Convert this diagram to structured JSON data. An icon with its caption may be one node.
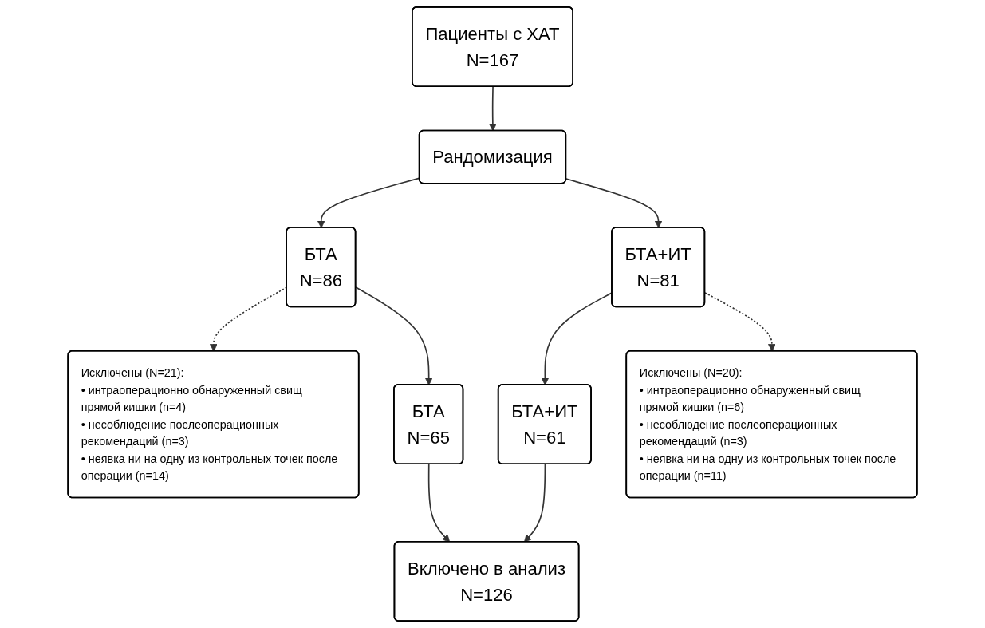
{
  "diagram": {
    "nodes": [
      {
        "text": [
          "Пациенты с ХАТ",
          "N=167"
        ]
      },
      {
        "text": [
          "Рандомизация"
        ]
      },
      {
        "text": [
          "БТА",
          "N=86"
        ]
      },
      {
        "text": [
          "БТА+ИТ",
          "N=81"
        ]
      },
      {
        "text": [
          "Исключены (N=21):",
          "• интраоперационно обнаруженный свищ прямой кишки (n=4)",
          "• несоблюдение послеоперационных рекомендаций (n=3)",
          "• неявка ни на одну из контрольных точек после операции (n=14)"
        ]
      },
      {
        "text": [
          "Исключены (N=20):",
          "• интраоперационно обнаруженный свищ прямой кишки (n=6)",
          "• несоблюдение послеоперационных рекомендаций (n=3)",
          "• неявка ни на одну из контрольных точек после операции (n=11)"
        ]
      },
      {
        "text": [
          "БТА",
          "N=65"
        ]
      },
      {
        "text": [
          "БТА+ИТ",
          "N=61"
        ]
      },
      {
        "text": [
          "Включено в анализ",
          "N=126"
        ]
      }
    ],
    "edges": [
      {
        "from": 0,
        "to": 1,
        "arrow": "to"
      },
      {
        "from": 1,
        "to": 2,
        "arrow": "to"
      },
      {
        "from": 1,
        "to": 3,
        "arrow": "to"
      },
      {
        "from": 2,
        "to": 4,
        "arrow": "to",
        "style": "dashed"
      },
      {
        "from": 2,
        "to": 6,
        "arrow": "to"
      },
      {
        "from": 3,
        "to": 7,
        "arrow": "to"
      },
      {
        "from": 3,
        "to": 5,
        "arrow": "to",
        "style": "dashed"
      },
      {
        "from": 6,
        "to": 8,
        "arrow": "to"
      },
      {
        "from": 7,
        "to": 8,
        "arrow": "to"
      }
    ]
  }
}
